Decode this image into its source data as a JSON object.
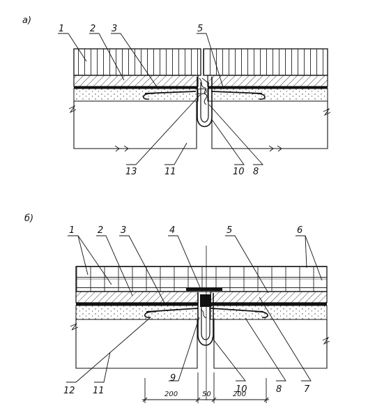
{
  "figure_a": {
    "label": "а)",
    "callouts": [
      "1",
      "2",
      "3",
      "5",
      "13",
      "11",
      "10",
      "8"
    ]
  },
  "figure_b": {
    "label": "б)",
    "callouts": [
      "1",
      "2",
      "3",
      "4",
      "5",
      "6",
      "12",
      "11",
      "9",
      "10",
      "8",
      "7"
    ],
    "dimensions": [
      "200",
      "50",
      "200"
    ]
  },
  "colors": {
    "ink": "#111111",
    "paper": "#ffffff"
  }
}
